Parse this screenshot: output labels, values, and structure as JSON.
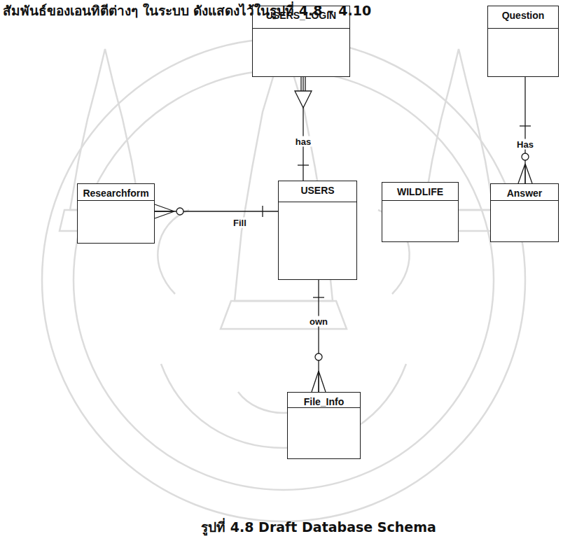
{
  "diagram": {
    "caption": "รูปที่ 4.8 Draft Database Schema",
    "nodes": [
      {
        "text": [
          "USERS_LOGIN"
        ]
      },
      {
        "text": [
          "Question"
        ]
      },
      {
        "text": [
          "Researchform"
        ]
      },
      {
        "text": [
          "USERS"
        ]
      },
      {
        "text": [
          "WILDLIFE"
        ]
      },
      {
        "text": [
          "Answer"
        ]
      },
      {
        "text": [
          "File_Info"
        ]
      }
    ],
    "edges": [
      {
        "from": 0,
        "to": 3,
        "label": "has",
        "arrow": "none"
      },
      {
        "from": 1,
        "to": 5,
        "label": "Has",
        "arrow": "none"
      },
      {
        "from": 3,
        "to": 2,
        "label": "Fill",
        "arrow": "none"
      },
      {
        "from": 3,
        "to": 6,
        "label": "own",
        "arrow": "none"
      }
    ],
    "labels": [
      "สัมพันธ์ของเอนทิตีต่างๆ ในระบบ ดังแสดงไว้ในรูปที่ 4.8 – 4.10"
    ]
  }
}
